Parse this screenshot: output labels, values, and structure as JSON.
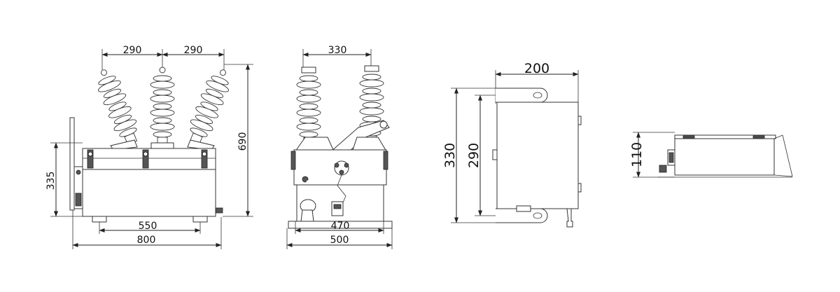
{
  "views": {
    "front": {
      "dim_top_left": "290",
      "dim_top_right": "290",
      "dim_height_total": "690",
      "dim_height_body": "335",
      "dim_base_inner": "550",
      "dim_base_outer": "800"
    },
    "side": {
      "dim_top": "330",
      "dim_base_inner": "470",
      "dim_base_outer": "500"
    },
    "box": {
      "dim_width": "200",
      "dim_height_outer": "330",
      "dim_height_inner": "290"
    },
    "flat": {
      "dim_height": "110"
    }
  }
}
